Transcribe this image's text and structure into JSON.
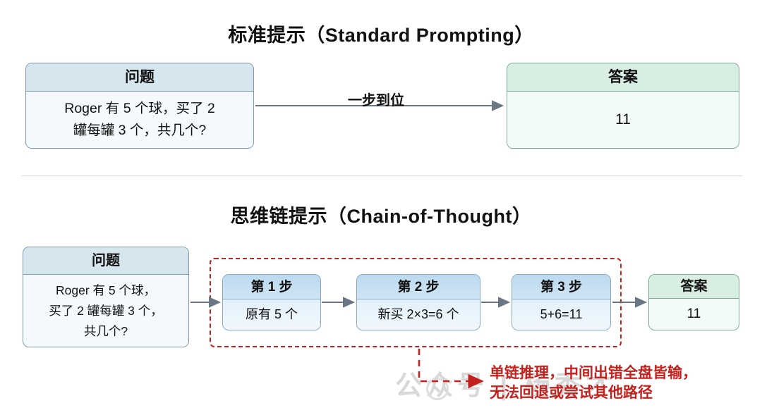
{
  "page": {
    "watermark": "公众号 | 杨秀才"
  },
  "standard": {
    "title": "标准提示（Standard Prompting）",
    "question": {
      "header": "问题",
      "lines": [
        "Roger 有 5 个球，买了 2",
        "罐每罐 3 个，共几个?"
      ]
    },
    "arrow_label": "一步到位",
    "answer": {
      "header": "答案",
      "value": "11"
    }
  },
  "cot": {
    "title": "思维链提示（Chain-of-Thought）",
    "question": {
      "header": "问题",
      "lines": [
        "Roger 有 5 个球，",
        "买了 2 罐每罐 3 个，",
        "共几个?"
      ]
    },
    "steps": [
      {
        "header": "第 1 步",
        "body": "原有 5 个"
      },
      {
        "header": "第 2 步",
        "body": "新买 2×3=6 个"
      },
      {
        "header": "第 3 步",
        "body": "5+6=11"
      }
    ],
    "answer": {
      "header": "答案",
      "value": "11"
    },
    "warning": {
      "lines": [
        "单链推理，中间出错全盘皆输，",
        "无法回退或尝试其他路径"
      ]
    }
  },
  "colors": {
    "blue_border": "#7e9aa8",
    "blue_header": "#d6e6ef",
    "green_border": "#7aa99a",
    "green_header": "#d9eee3",
    "step_border": "#8aa9c4",
    "step_header": "#bcd9ef",
    "red_accent": "#c2211e",
    "arrow_gray": "#6b7785",
    "divider": "#dcdcdc"
  }
}
